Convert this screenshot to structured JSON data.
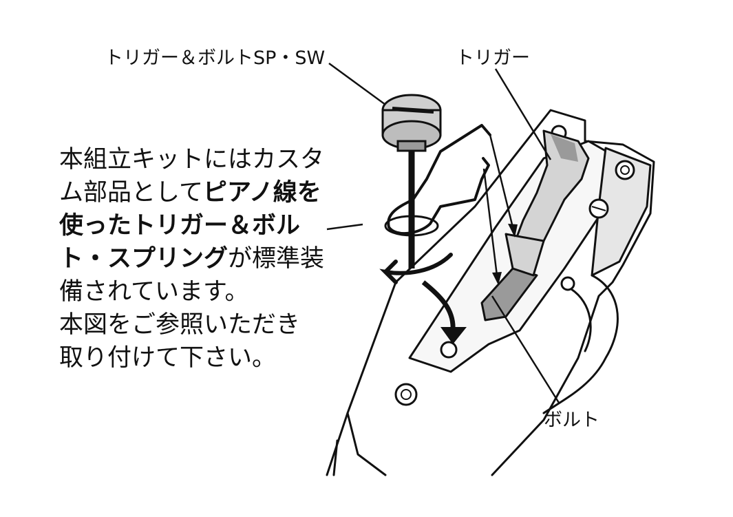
{
  "labels": {
    "spring": "トリガー＆ボルトSP・SW",
    "trigger": "トリガー",
    "bolt": "ボルト"
  },
  "description": {
    "l1": "本組立キットにはカスタ",
    "l2a": "ム部品として",
    "l2b": "ピアノ線を",
    "l3": "使ったトリガー＆ボル",
    "l4a": "ト・スプリング",
    "l4b": "が標準装",
    "l5": "備されています。",
    "l6": "本図をご参照いただき",
    "l7": "取り付けて下さい。"
  },
  "colors": {
    "line": "#111111",
    "part_fill": "#d4d4d4",
    "part_dark": "#9a9a9a",
    "background": "#ffffff"
  }
}
